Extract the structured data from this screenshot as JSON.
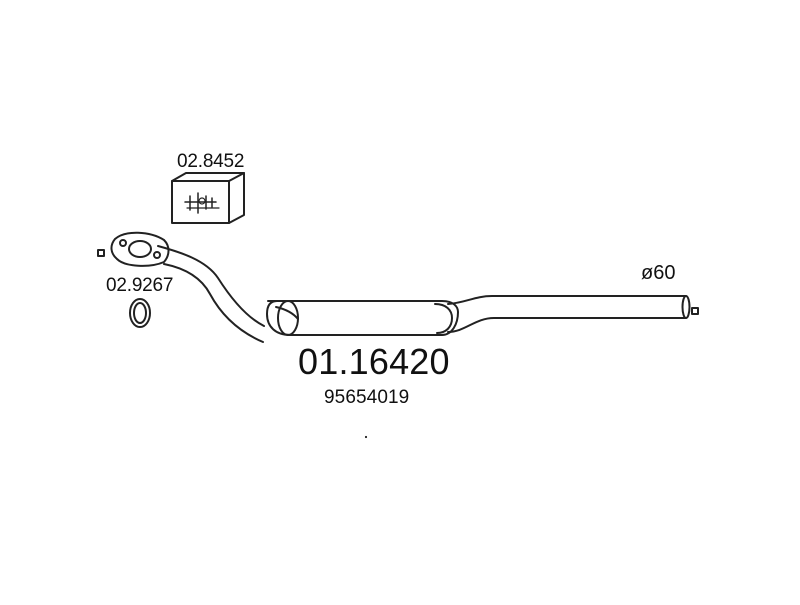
{
  "part": {
    "main_number": "01.16420",
    "oe_number": "95654019",
    "pipe_diameter": "ø60"
  },
  "accessories": {
    "mounting_kit": "02.8452",
    "gasket": "02.9267"
  },
  "colors": {
    "line": "#222222",
    "background": "#ffffff"
  },
  "icons": {
    "mounting_kit": "box-icon",
    "gasket": "gasket-ring-icon",
    "flange": "flange-icon"
  }
}
